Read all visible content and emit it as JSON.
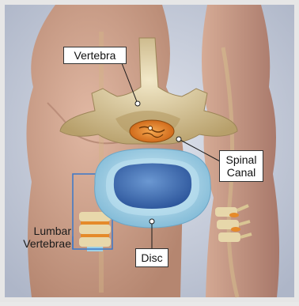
{
  "labels": {
    "vertebra": "Vertebra",
    "spinal_canal_line1": "Spinal",
    "spinal_canal_line2": "Canal",
    "lumbar_line1": "Lumbar",
    "lumbar_line2": "Vertebrae",
    "disc": "Disc"
  },
  "colors": {
    "background": "#c5cbd9",
    "skin": "#c59a86",
    "bone": "#d9c89a",
    "disc_outer": "#a9d6ea",
    "disc_inner": "#3f72b8",
    "spinal_cord": "#e07a1f",
    "highlight_box": "#3a78c9"
  }
}
